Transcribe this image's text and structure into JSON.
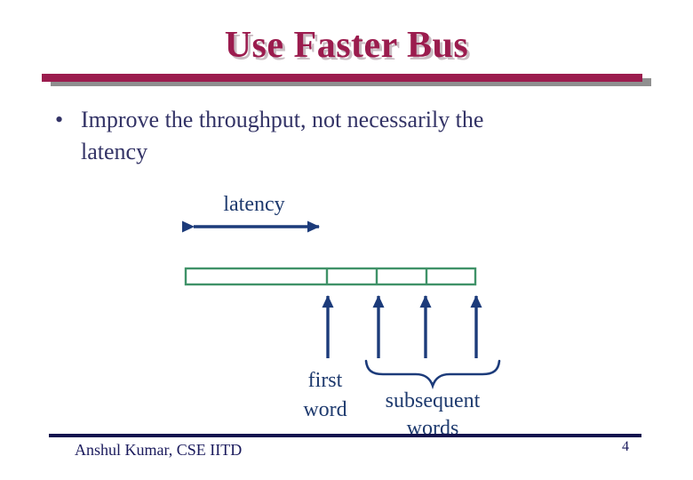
{
  "slide": {
    "title": "Use Faster Bus",
    "bullet_marker": "•",
    "bullet_text": "Improve the throughput, not necessarily the\nlatency",
    "diagram": {
      "latency_label": "latency",
      "first_word_label": "first\nword",
      "subsequent_words_label": "subsequent\nwords"
    },
    "footer": {
      "author": "Anshul Kumar, CSE IITD",
      "page_number": "4"
    },
    "colors": {
      "title_crimson": "#9B1C4E",
      "rule_shadow_gray": "#8F8F8F",
      "body_text_navy": "#333366",
      "diagram_label_navy": "#1E3A6E",
      "arrow_navy": "#1C3B7A",
      "bus_border_green": "#3F9268",
      "footer_line_navy": "#12124E"
    }
  }
}
